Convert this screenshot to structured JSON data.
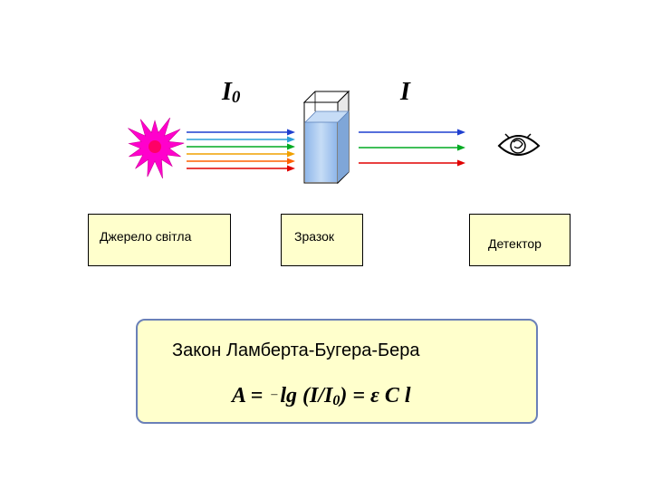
{
  "intensity_in": {
    "symbol": "I",
    "subscript": "0"
  },
  "intensity_out": {
    "symbol": "I"
  },
  "labels": {
    "source": "Джерело світла",
    "sample": "Зразок",
    "detector": "Детектор"
  },
  "law": {
    "title": "Закон Ламберта-Бугера-Бера",
    "formula_lhs": "A = ",
    "formula_minus": "–",
    "formula_lg": "lg (I/I",
    "formula_sub": "0",
    "formula_rest": ") = ",
    "formula_epsilon": "ε",
    "formula_end": " C l"
  },
  "beams_in_colors": [
    "#1f3fcf",
    "#2a9fd8",
    "#00aa22",
    "#f0a000",
    "#ff6000",
    "#e00000"
  ],
  "beams_out_colors": [
    "#1f3fcf",
    "#00aa22",
    "#e00000"
  ],
  "colors": {
    "source_burst": "#ff00cc",
    "source_core": "#ff0066",
    "box_fill": "#ffffcc",
    "panel_border": "#6a80b8",
    "cuvette_liquid": "#a8c8f0"
  },
  "icons": {
    "source": "starburst-icon",
    "detector": "eye-icon"
  }
}
